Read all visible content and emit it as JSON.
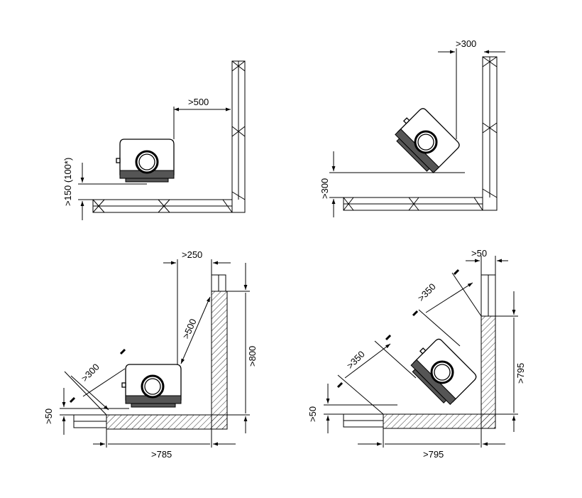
{
  "diagram": {
    "panel_top_left": {
      "dim_side": ">500",
      "dim_back": ">150 (100*)"
    },
    "panel_top_right": {
      "dim_side": ">300",
      "dim_back": ">300"
    },
    "panel_bottom_left": {
      "dim_top": ">250",
      "dim_diag_wall": ">500",
      "dim_diag_corner": ">300",
      "dim_right": ">800",
      "dim_left": ">50",
      "dim_bottom": ">785"
    },
    "panel_bottom_right": {
      "dim_top": ">50",
      "dim_diag_upper": ">350",
      "dim_diag_lower": ">350",
      "dim_right": ">795",
      "dim_left": ">50",
      "dim_bottom": ">795"
    }
  }
}
